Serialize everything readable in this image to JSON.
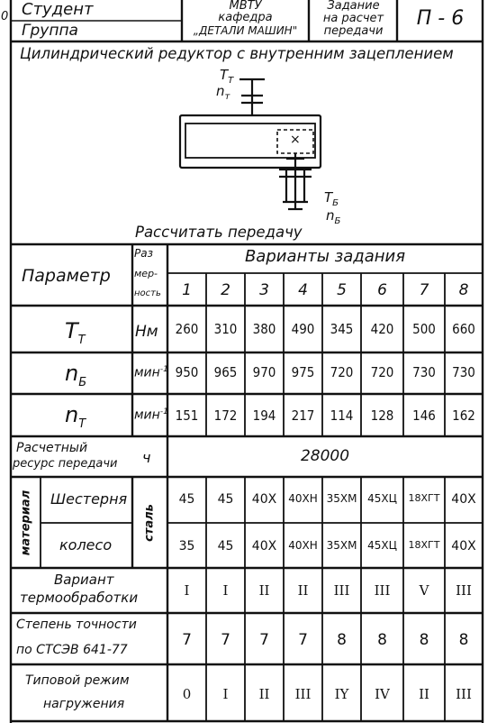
{
  "header": {
    "edge_mark": "0",
    "student_label": "Студент",
    "group_label": "Группа",
    "dept_line1": "МВТУ",
    "dept_line2": "кафедра",
    "dept_line3": "„ДЕТАЛИ МАШИН\"",
    "task_line1": "Задание",
    "task_line2": "на расчет",
    "task_line3": "передачи",
    "sheet_code": "П - 6"
  },
  "diagram": {
    "title": "Цилиндрический редуктор с внутренним зацеплением",
    "label_T_out": "T",
    "label_T_out_sub": "Т",
    "label_n_out": "n",
    "label_n_out_sub": "т",
    "label_T_in": "T",
    "label_T_in_sub": "Б",
    "label_n_in": "n",
    "label_n_in_sub": "Б",
    "bearing_mark": "×",
    "caption": "Рассчитать передачу"
  },
  "table": {
    "param_header": "Параметр",
    "unit_header_l1": "Раз",
    "unit_header_l2": "мер-",
    "unit_header_l3": "ность",
    "variants_header": "Варианты задания",
    "variant_numbers": [
      "1",
      "2",
      "3",
      "4",
      "5",
      "6",
      "7",
      "8"
    ],
    "rows": {
      "TT": {
        "param": "T",
        "param_sub": "Т",
        "unit": "Нм",
        "values": [
          "260",
          "310",
          "380",
          "490",
          "345",
          "420",
          "500",
          "660"
        ]
      },
      "nB": {
        "param": "n",
        "param_sub": "Б",
        "unit": "мин",
        "unit_sup": "-1",
        "values": [
          "950",
          "965",
          "970",
          "975",
          "720",
          "720",
          "730",
          "730"
        ]
      },
      "nT": {
        "param": "n",
        "param_sub": "Т",
        "unit": "мин",
        "unit_sup": "-1",
        "values": [
          "151",
          "172",
          "194",
          "217",
          "114",
          "128",
          "146",
          "162"
        ]
      },
      "resource": {
        "param_l1": "Расчетный",
        "param_l2": "ресурс передачи",
        "unit": "ч",
        "value": "28000"
      },
      "material": {
        "group_label": "материал",
        "unit": "сталь",
        "pinion": {
          "param": "Шестерня",
          "values": [
            "45",
            "45",
            "40Х",
            "40ХН",
            "35ХМ",
            "45ХЦ",
            "18ХГТ",
            "40Х"
          ]
        },
        "wheel": {
          "param": "колесо",
          "values": [
            "35",
            "45",
            "40Х",
            "40ХН",
            "35ХМ",
            "45ХЦ",
            "18ХГТ",
            "40Х"
          ]
        }
      },
      "heat": {
        "param_l1": "Вариант",
        "param_l2": "термообработки",
        "values": [
          "I",
          "I",
          "II",
          "II",
          "III",
          "III",
          "V",
          "III"
        ]
      },
      "accuracy": {
        "param_l1": "Степень точности",
        "param_l2": "по СТСЭВ 641-77",
        "values": [
          "7",
          "7",
          "7",
          "7",
          "8",
          "8",
          "8",
          "8"
        ]
      },
      "mode": {
        "param_l1": "Типовой режим",
        "param_l2": "нагружения",
        "values": [
          "0",
          "I",
          "II",
          "III",
          "IY",
          "IV",
          "II",
          "III"
        ]
      }
    }
  }
}
